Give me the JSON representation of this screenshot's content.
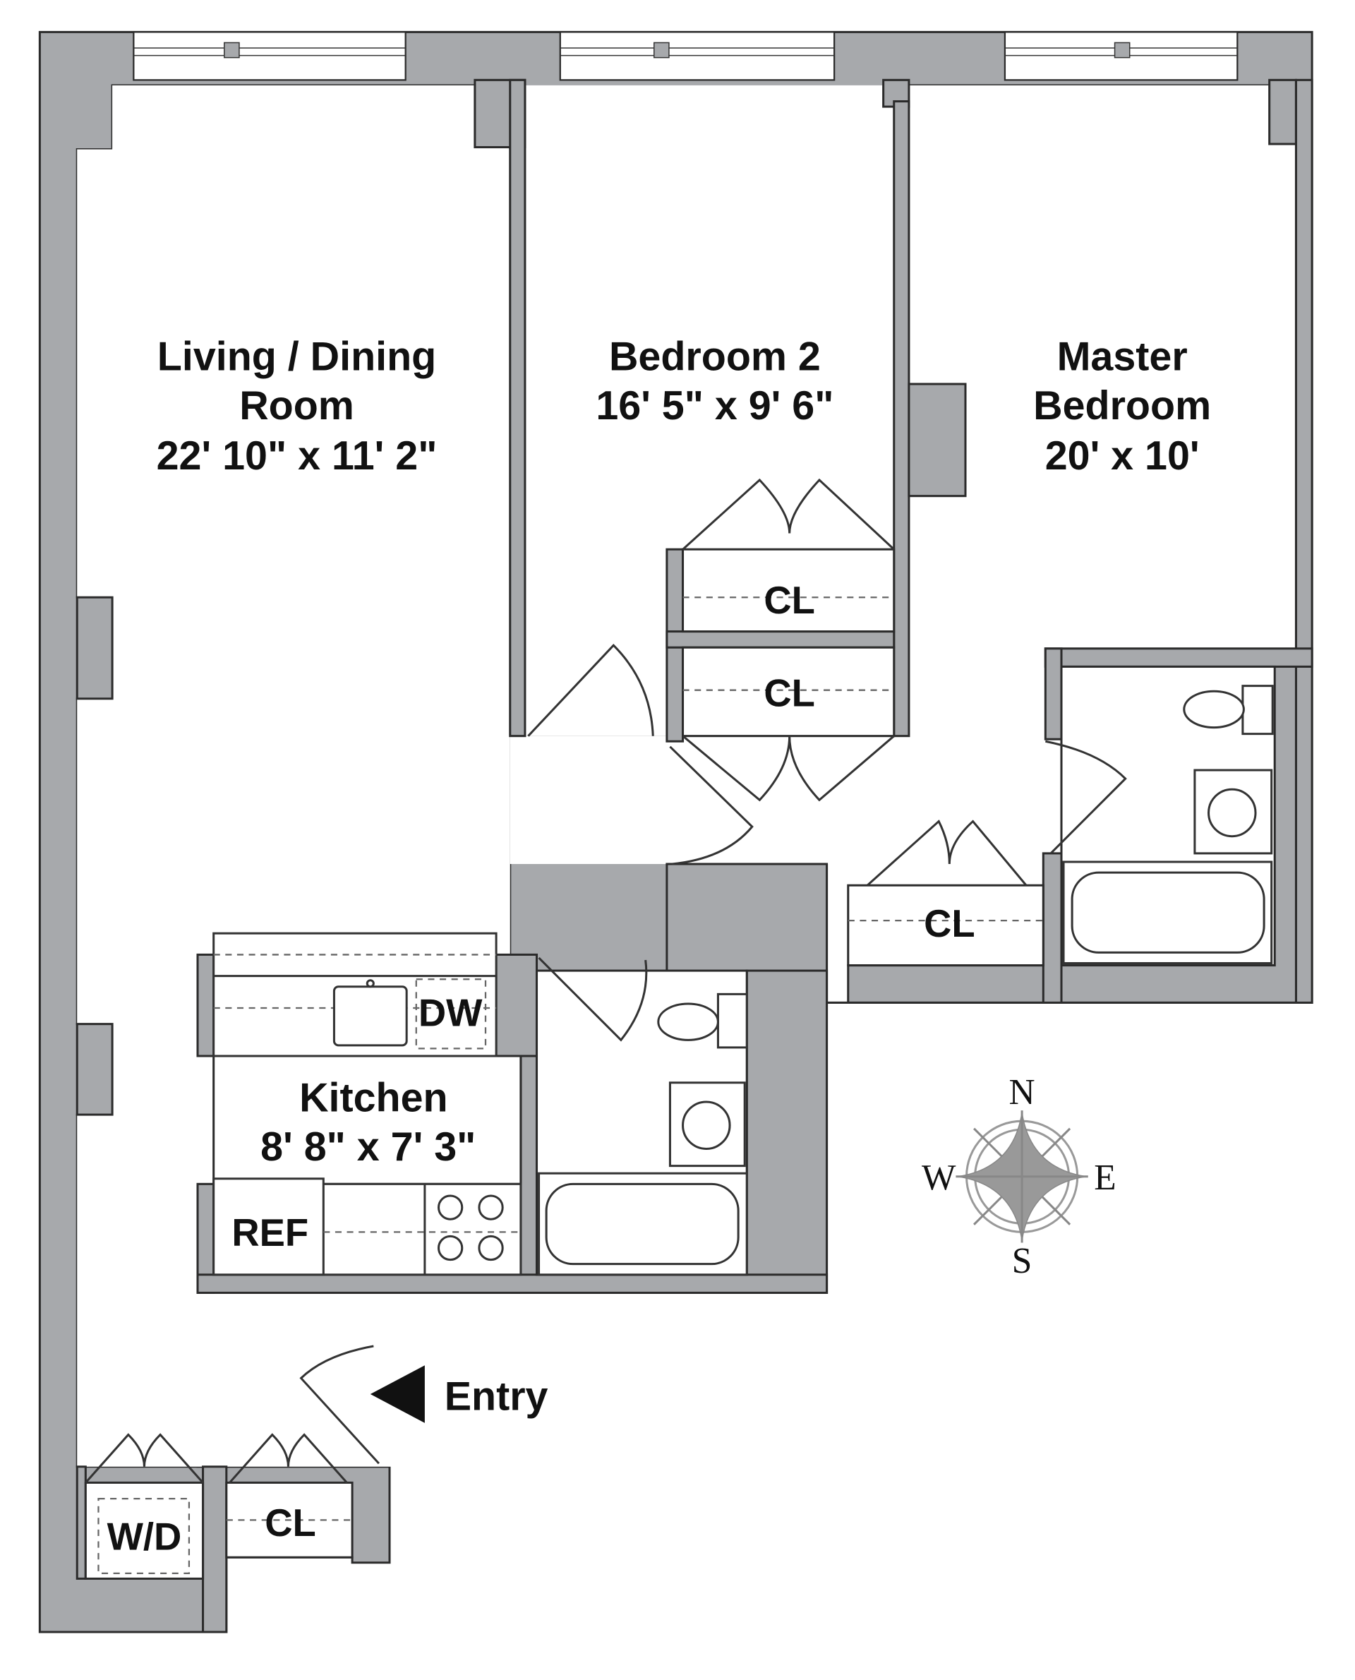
{
  "rooms": {
    "living": {
      "name_line1": "Living / Dining",
      "name_line2": "Room",
      "size": "22' 10\" x 11' 2\""
    },
    "bedroom2": {
      "name": "Bedroom 2",
      "size": "16' 5\" x 9' 6\""
    },
    "master": {
      "name_line1": "Master",
      "name_line2": "Bedroom",
      "size": "20' x 10'"
    },
    "kitchen": {
      "name": "Kitchen",
      "size": "8' 8\" x 7' 3\""
    }
  },
  "fixtures": {
    "closet": "CL",
    "dishwasher": "DW",
    "refrigerator": "REF",
    "washer_dryer": "W/D"
  },
  "entry_label": "Entry",
  "compass": {
    "n": "N",
    "s": "S",
    "e": "E",
    "w": "W"
  },
  "colors": {
    "wall": "#a7a9ac",
    "outline": "#2b2b2b"
  }
}
